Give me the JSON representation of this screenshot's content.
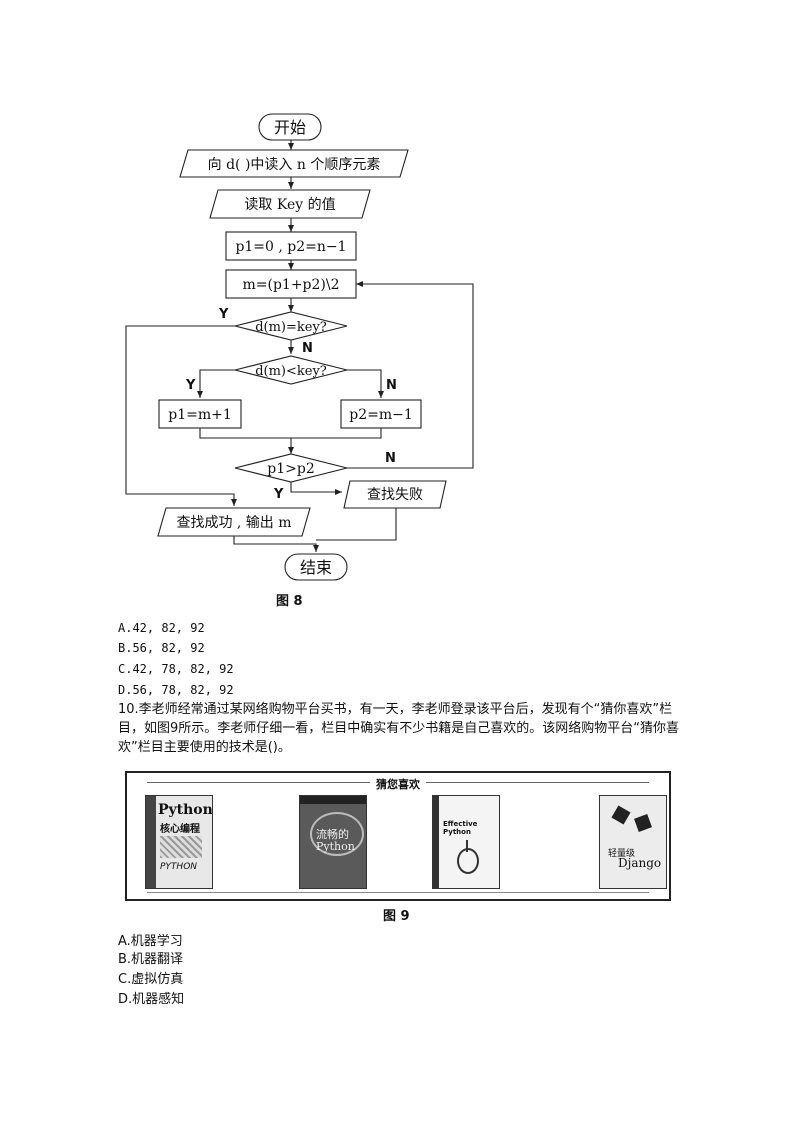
{
  "flowchart": {
    "start": "开始",
    "read_array": "向 d(    )中读入 n 个顺序元素",
    "read_key": "读取 Key 的值",
    "init": "p1=0 , p2=n−1",
    "mid": "m=(p1+p2)\\2",
    "cond_equal": "d(m)=key?",
    "cond_less": "d(m)<key?",
    "set_p1": "p1=m+1",
    "set_p2": "p2=m−1",
    "cond_cross": "p1>p2",
    "fail": "查找失败",
    "success": "查找成功 , 输出 m",
    "end": "结束",
    "label_y1": "Y",
    "label_n1": "N",
    "label_y2": "Y",
    "label_n2": "N",
    "label_n3": "N",
    "label_y3": "Y",
    "caption": "图 8"
  },
  "q9_options": [
    "A.42, 82, 92",
    "B.56, 82, 92",
    "C.42, 78, 82, 92",
    "D.56, 78, 82, 92"
  ],
  "q10": {
    "stem": "10.李老师经常通过某网络购物平台买书，有一天，李老师登录该平台后，发现有个“猜你喜欢”栏目，如图9所示。李老师仔细一看，栏目中确实有不少书籍是自己喜欢的。该网络购物平台“猜你喜欢”栏目主要使用的技术是()。",
    "panel_title": "猜您喜欢",
    "books": [
      {
        "title": "Python",
        "subtitle": "核心编程",
        "bottom": "PYTHON"
      },
      {
        "title": "流畅的",
        "subtitle": "Python",
        "bottom": ""
      },
      {
        "title": "Effective Python",
        "subtitle": "",
        "bottom": ""
      },
      {
        "title": "轻量级",
        "subtitle": "Django",
        "bottom": ""
      }
    ],
    "caption": "图 9",
    "options": [
      "A.机器学习",
      "B.机器翻译",
      "C.虚拟仿真",
      "D.机器感知"
    ]
  }
}
